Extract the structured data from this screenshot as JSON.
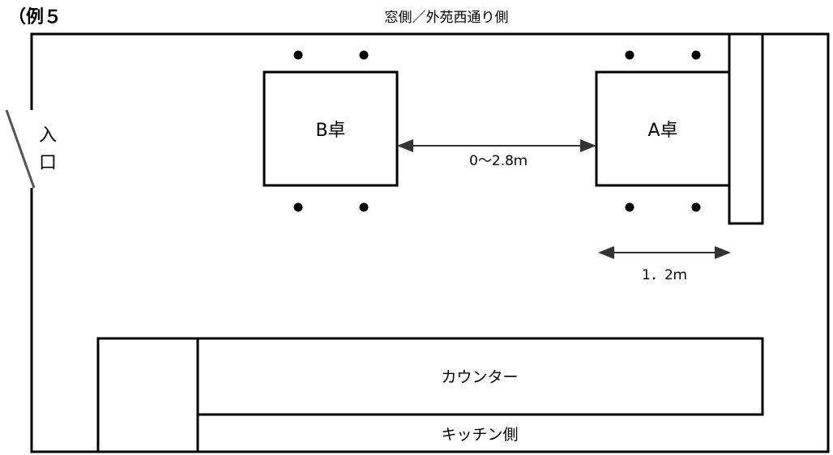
{
  "title": "（例５",
  "top_label": "窓側／外苑西通り側",
  "entrance": [
    "入",
    "口"
  ],
  "tables": {
    "b": "B卓",
    "a": "A卓"
  },
  "distance_between_tables": "0～2.8ｍ",
  "table_width": "1．2ｍ",
  "counter": "カウンター",
  "kitchen_side": "キッチン側"
}
